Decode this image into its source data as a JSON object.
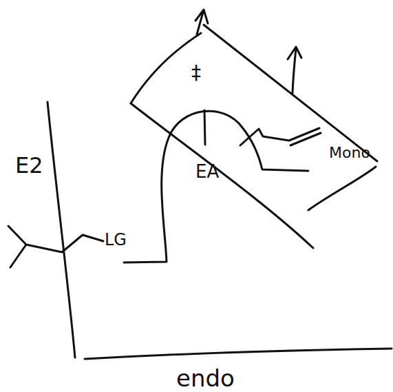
{
  "diagram": {
    "labels": [
      "E2",
      "LG",
      "‡",
      "EA",
      "Mono",
      "endo"
    ]
  }
}
